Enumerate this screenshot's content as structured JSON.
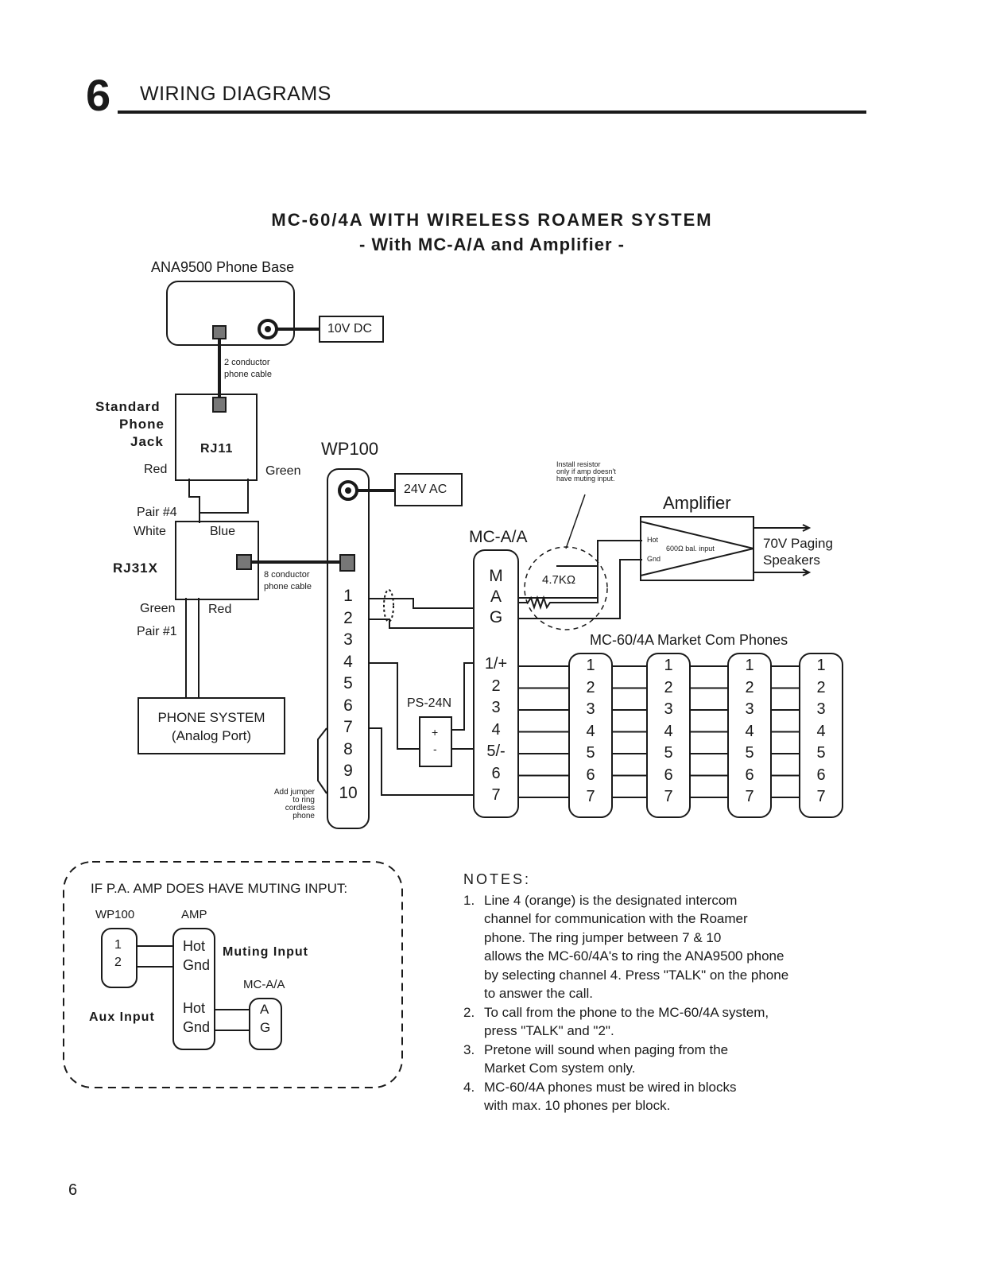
{
  "header": {
    "section_number": "6",
    "section_title": "WIRING DIAGRAMS"
  },
  "title": {
    "line1": "MC-60/4A  WITH  WIRELESS  ROAMER  SYSTEM",
    "line2": "- With MC-A/A and Amplifier -"
  },
  "phone_base": {
    "label": "ANA9500 Phone Base",
    "power": "10V DC",
    "cable_line1": "2 conductor",
    "cable_line2": "phone cable"
  },
  "jack": {
    "label_line1": "Standard",
    "label_line2": "Phone",
    "label_line3": "Jack",
    "name": "RJ11",
    "red": "Red",
    "green": "Green"
  },
  "rj31x": {
    "name": "RJ31X",
    "pair4": "Pair #4",
    "white": "White",
    "blue": "Blue",
    "green": "Green",
    "red": "Red",
    "pair1": "Pair #1",
    "cable_line1": "8 conductor",
    "cable_line2": "phone cable"
  },
  "phone_system": {
    "line1": "PHONE SYSTEM",
    "line2": "(Analog Port)"
  },
  "wp100": {
    "label": "WP100",
    "power": "24V AC",
    "terminals": [
      "1",
      "2",
      "3",
      "4",
      "5",
      "6",
      "7",
      "8",
      "9",
      "10"
    ],
    "jumper_note": [
      "Add jumper",
      "to ring",
      "cordless",
      "phone"
    ]
  },
  "ps24n": {
    "label": "PS-24N",
    "plus": "+",
    "minus": "-"
  },
  "mcaa": {
    "label": "MC-A/A",
    "mag": [
      "M",
      "A",
      "G"
    ],
    "terminals": [
      "1/+",
      "2",
      "3",
      "4",
      "5/-",
      "6",
      "7"
    ]
  },
  "resistor": {
    "value": "4.7KΩ",
    "note": [
      "Install resistor",
      "only if amp doesn't",
      "have muting input."
    ]
  },
  "amplifier": {
    "label": "Amplifier",
    "hot": "Hot",
    "gnd": "Gnd",
    "input": "600Ω bal. input",
    "output_line1": "70V Paging",
    "output_line2": "Speakers"
  },
  "market_com": {
    "label": "MC-60/4A Market Com Phones",
    "terminals": [
      "1",
      "2",
      "3",
      "4",
      "5",
      "6",
      "7"
    ]
  },
  "inset": {
    "title": "IF P.A. AMP DOES HAVE MUTING INPUT:",
    "wp100": "WP100",
    "amp": "AMP",
    "wp_terms": [
      "1",
      "2"
    ],
    "hot": "Hot",
    "gnd": "Gnd",
    "muting": "Muting  Input",
    "mcaa": "MC-A/A",
    "aux": "Aux  Input",
    "ag": [
      "A",
      "G"
    ]
  },
  "notes": {
    "heading": "NOTES:",
    "items": [
      {
        "num": "1.",
        "lines": [
          "Line 4 (orange) is  the designated intercom",
          "channel for communication with the Roamer",
          "phone.  The ring jumper between 7 & 10",
          "allows the MC-60/4A's to ring the ANA9500 phone",
          "by selecting channel 4.  Press \"TALK\" on the phone",
          "to answer the call."
        ]
      },
      {
        "num": "2.",
        "lines": [
          "To call from the phone to the MC-60/4A system,",
          "press \"TALK\" and \"2\"."
        ]
      },
      {
        "num": "3.",
        "lines": [
          "Pretone will sound when paging from the",
          "Market Com system only."
        ]
      },
      {
        "num": "4.",
        "lines": [
          "MC-60/4A phones must be wired in blocks",
          "with max. 10 phones per block."
        ]
      }
    ]
  },
  "page_number": "6"
}
